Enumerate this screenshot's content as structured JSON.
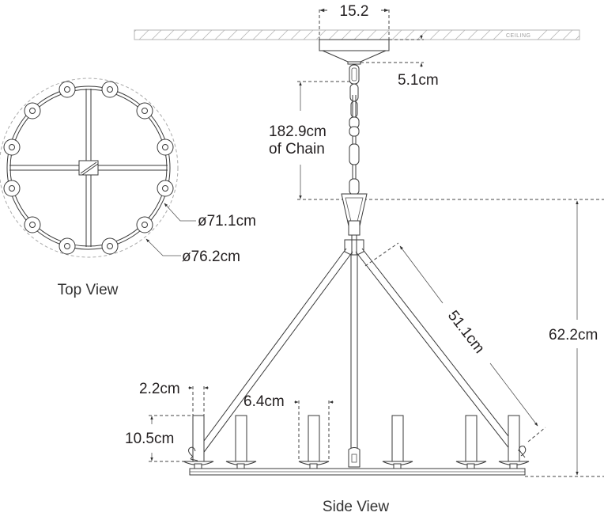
{
  "diagram": {
    "subject": "Chandelier dimension drawing",
    "colors": {
      "line": "#3a3a3a",
      "text": "#231f20",
      "ceiling_hatch": "#b5b5b5",
      "outer_dashed_circle": "#aaaaaa"
    }
  },
  "ceiling": {
    "label": "CEILING"
  },
  "dimensions": {
    "canopy_width": "15.2",
    "canopy_height": "5.1cm",
    "chain_length_line1": "182.9cm",
    "chain_length_line2": "of Chain",
    "arm_length": "51.1cm",
    "fixture_height": "62.2cm",
    "candle_width": "2.2cm",
    "cup_width": "6.4cm",
    "candle_height": "10.5cm",
    "inner_diameter": "ø71.1cm",
    "outer_diameter": "ø76.2cm"
  },
  "views": {
    "top": {
      "label": "Top View",
      "candle_count": 12
    },
    "side": {
      "label": "Side View",
      "visible_candles": 6
    }
  }
}
